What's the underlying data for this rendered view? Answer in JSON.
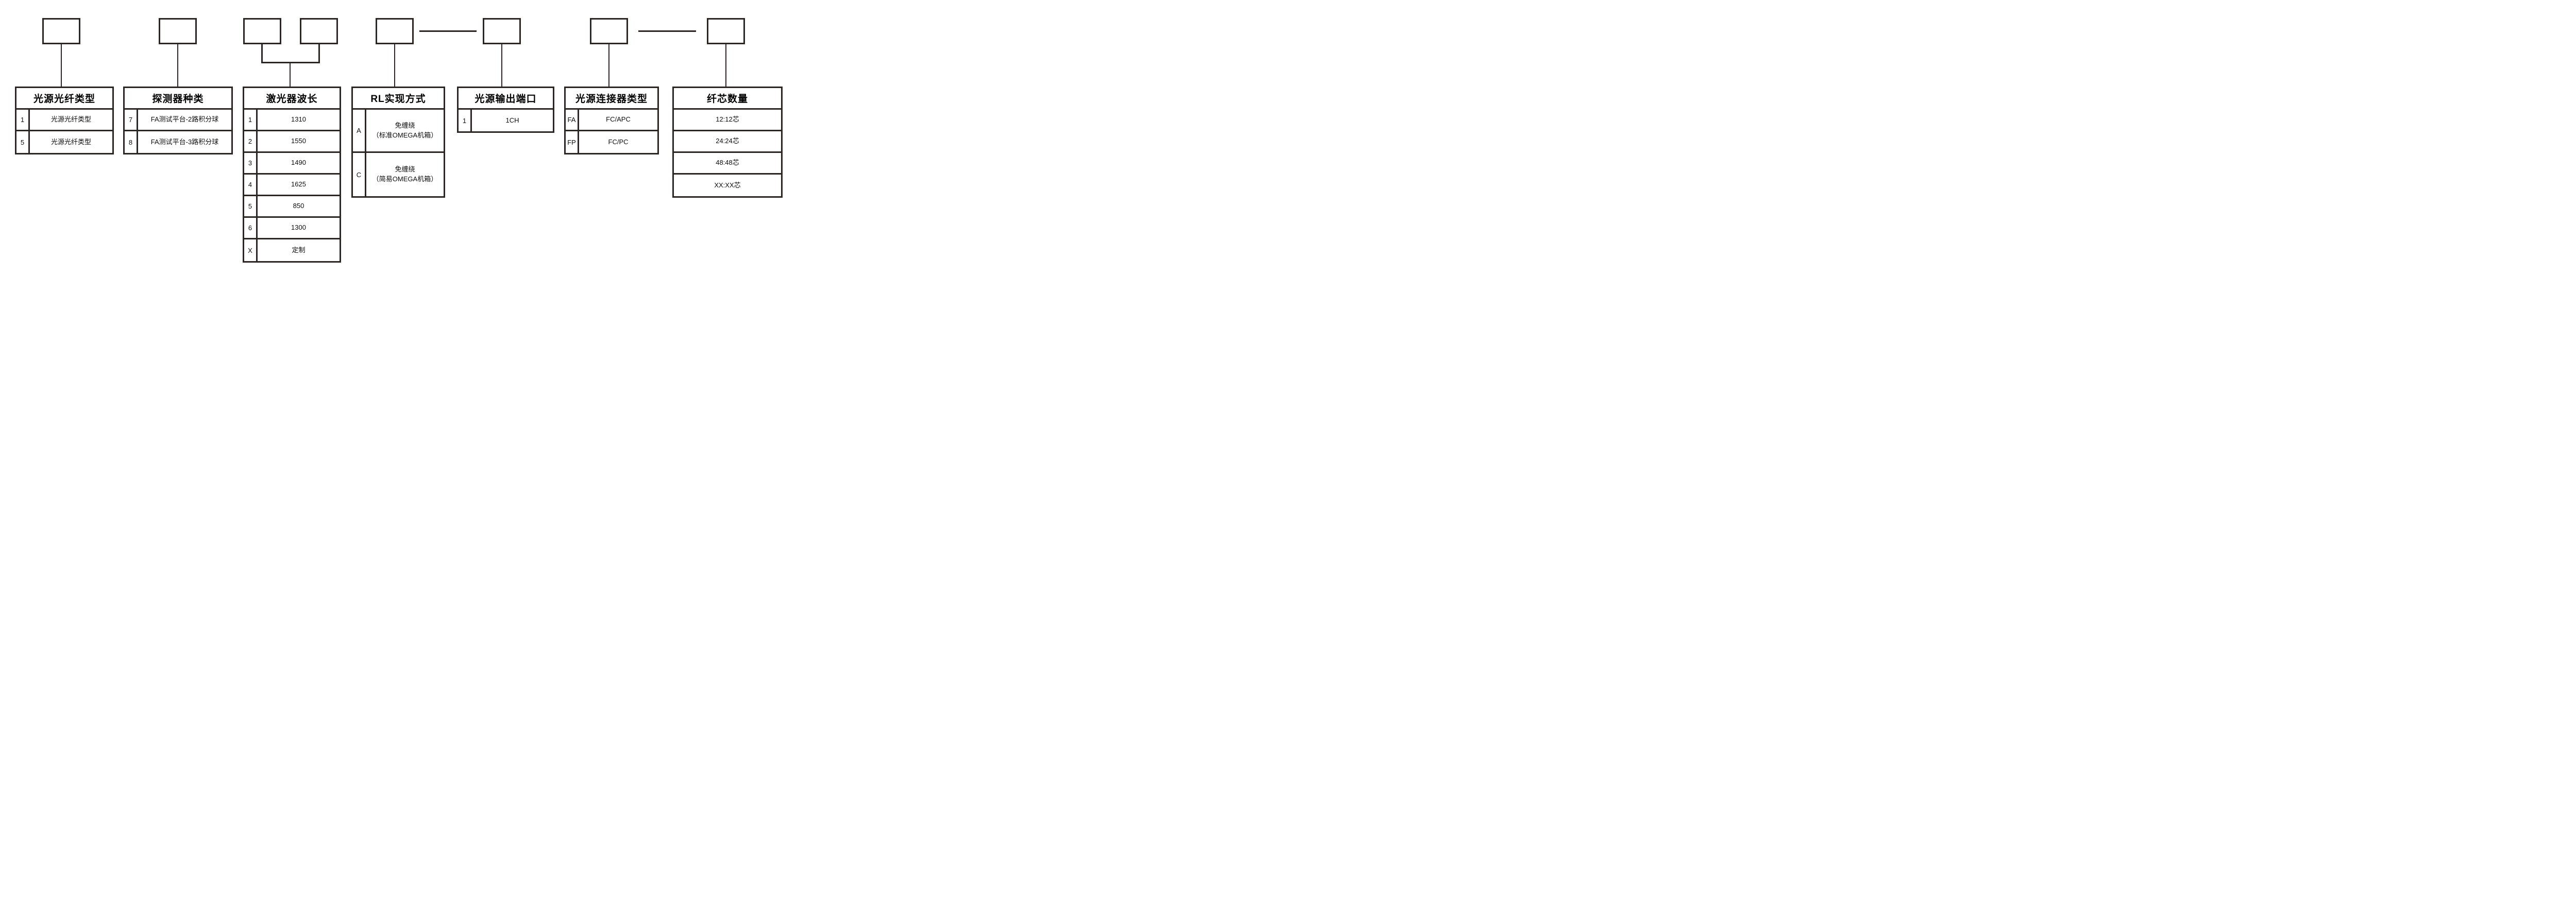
{
  "diagram_type": "product-ordering-code-diagram",
  "colors": {
    "line": "#2b2523",
    "text": "#0c0c0c",
    "background": "#ffffff"
  },
  "tables": [
    {
      "header": "光源光纤类型",
      "rows": [
        {
          "code": "1",
          "value": "光源光纤类型"
        },
        {
          "code": "5",
          "value": "光源光纤类型"
        }
      ]
    },
    {
      "header": "探测器种类",
      "rows": [
        {
          "code": "7",
          "value": "FA测试平台-2路积分球"
        },
        {
          "code": "8",
          "value": "FA测试平台-3路积分球"
        }
      ]
    },
    {
      "header": "激光器波长",
      "rows": [
        {
          "code": "1",
          "value": "1310"
        },
        {
          "code": "2",
          "value": "1550"
        },
        {
          "code": "3",
          "value": "1490"
        },
        {
          "code": "4",
          "value": "1625"
        },
        {
          "code": "5",
          "value": "850"
        },
        {
          "code": "6",
          "value": "1300"
        },
        {
          "code": "X",
          "value": "定制"
        }
      ]
    },
    {
      "header": "RL实现方式",
      "rows": [
        {
          "code": "A",
          "value": "免缠绕\n（标准OMEGA机箱）"
        },
        {
          "code": "C",
          "value": "免缠绕\n（简易OMEGA机箱）"
        }
      ]
    },
    {
      "header": "光源输出端口",
      "rows": [
        {
          "code": "1",
          "value": "1CH"
        }
      ]
    },
    {
      "header": "光源连接器类型",
      "rows": [
        {
          "code": "FA",
          "value": "FC/APC"
        },
        {
          "code": "FP",
          "value": "FC/PC"
        }
      ]
    },
    {
      "header": "纤芯数量",
      "rows": [
        {
          "value": "12:12芯"
        },
        {
          "value": "24:24芯"
        },
        {
          "value": "48:48芯"
        },
        {
          "value": "XX:XX芯"
        }
      ]
    }
  ]
}
